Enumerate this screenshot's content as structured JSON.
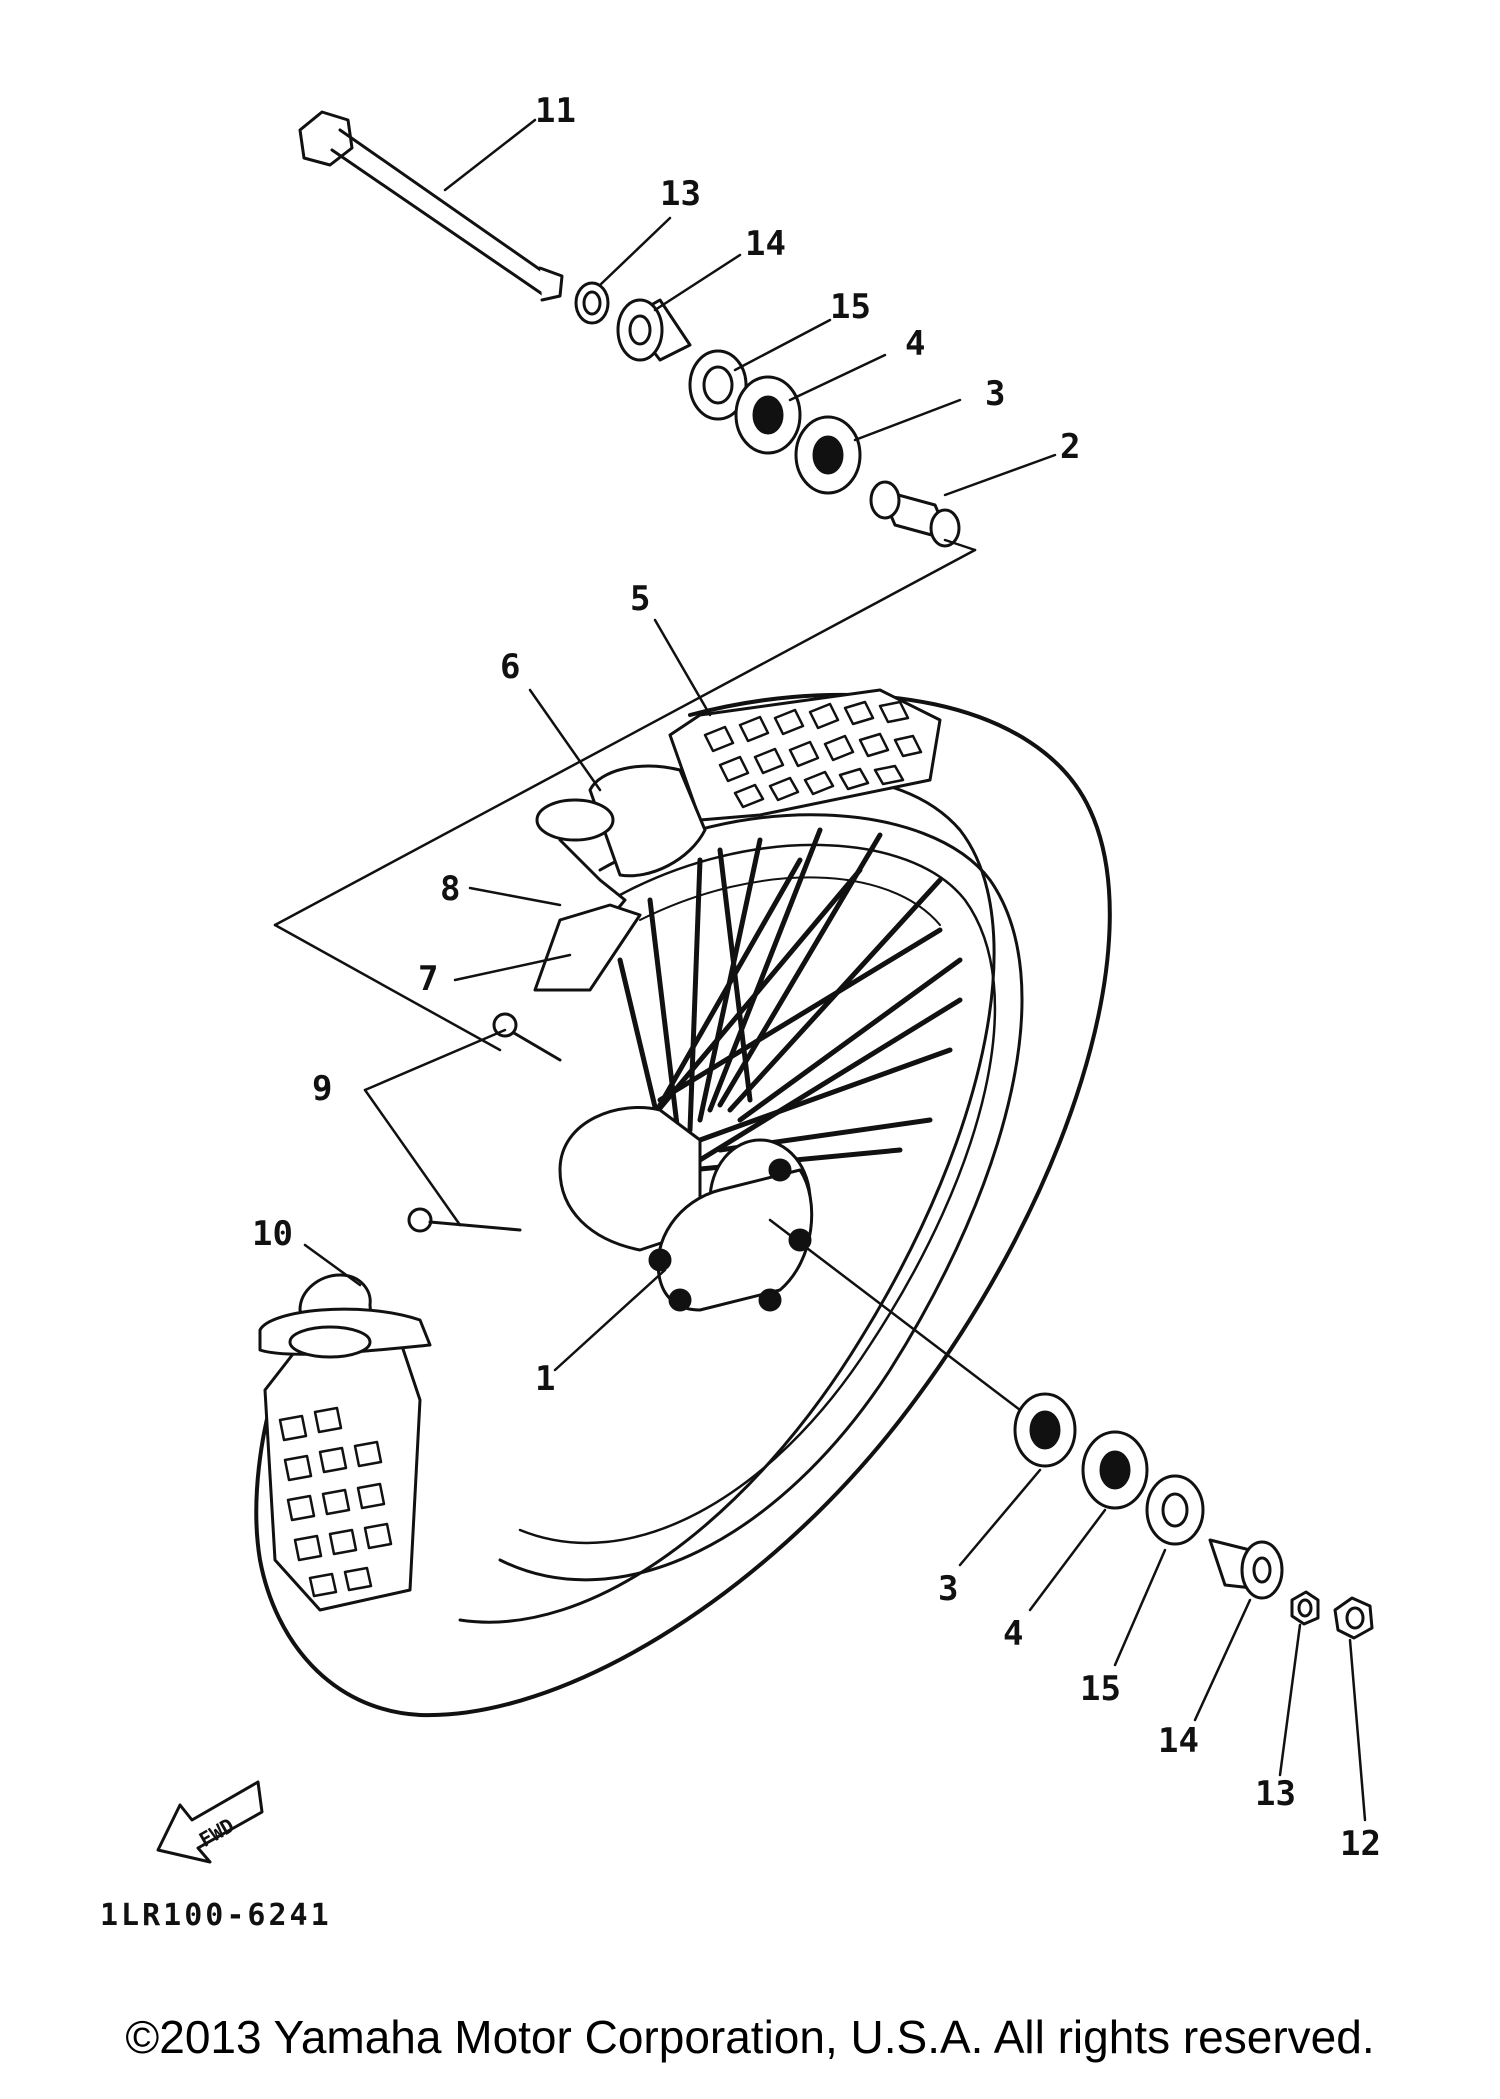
{
  "diagram": {
    "callouts": [
      {
        "id": "c11",
        "text": "11"
      },
      {
        "id": "c13a",
        "text": "13"
      },
      {
        "id": "c14a",
        "text": "14"
      },
      {
        "id": "c15a",
        "text": "15"
      },
      {
        "id": "c4a",
        "text": "4"
      },
      {
        "id": "c3a",
        "text": "3"
      },
      {
        "id": "c2",
        "text": "2"
      },
      {
        "id": "c5",
        "text": "5"
      },
      {
        "id": "c6",
        "text": "6"
      },
      {
        "id": "c8",
        "text": "8"
      },
      {
        "id": "c7",
        "text": "7"
      },
      {
        "id": "c9",
        "text": "9"
      },
      {
        "id": "c10",
        "text": "10"
      },
      {
        "id": "c1",
        "text": "1"
      },
      {
        "id": "c3b",
        "text": "3"
      },
      {
        "id": "c4b",
        "text": "4"
      },
      {
        "id": "c15b",
        "text": "15"
      },
      {
        "id": "c14b",
        "text": "14"
      },
      {
        "id": "c13b",
        "text": "13"
      },
      {
        "id": "c12",
        "text": "12"
      }
    ],
    "fwd_label": "FWD",
    "part_number": "1LR100-6241"
  },
  "footer": {
    "copyright": "©2013 Yamaha Motor Corporation, U.S.A. All rights reserved."
  },
  "colors": {
    "ink": "#111111",
    "background": "#ffffff"
  }
}
